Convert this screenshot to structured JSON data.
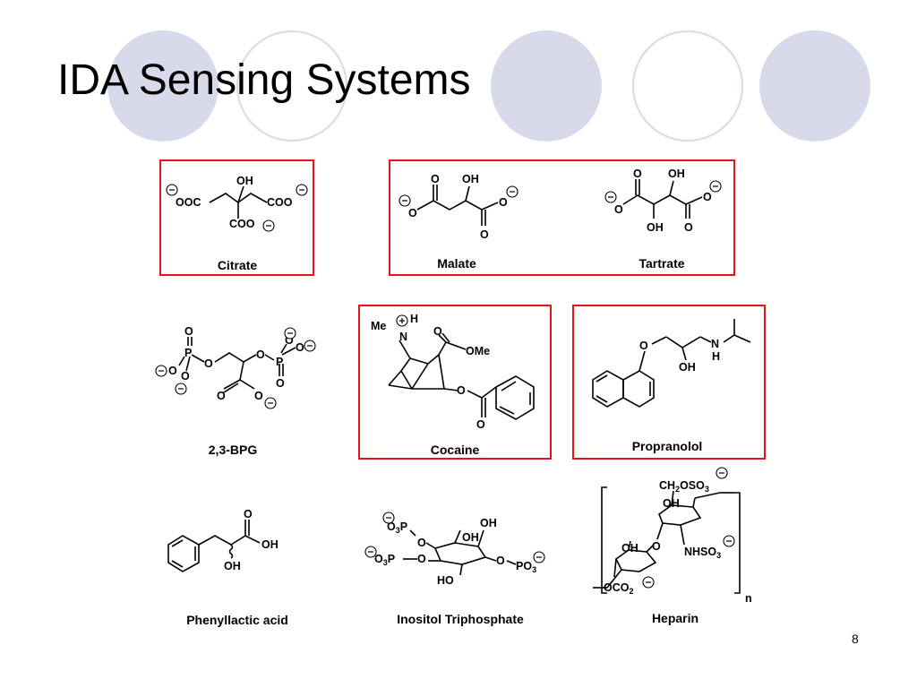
{
  "slide": {
    "title": "IDA Sensing Systems",
    "page_number": "8",
    "accent_color": "#d9d9ec",
    "highlight_border_color": "#e4141a"
  },
  "molecules": {
    "citrate": {
      "name": "Citrate",
      "boxed": true,
      "labels": {
        "oh": "OH",
        "ooc_left": "OOC",
        "coo_right": "COO",
        "coo_bottom": "COO"
      }
    },
    "malate": {
      "name": "Malate",
      "boxed": true,
      "labels": {
        "o_top": "O",
        "oh": "OH",
        "o_left": "O",
        "o_right": "O",
        "o_bottom": "O"
      }
    },
    "tartrate": {
      "name": "Tartrate",
      "boxed": true,
      "labels": {
        "o_top": "O",
        "oh_top": "OH",
        "o_left": "O",
        "o_right": "O",
        "oh_bottom": "OH",
        "o_bottom": "O"
      }
    },
    "bpg": {
      "name": "2,3-BPG",
      "boxed": false,
      "labels": {
        "o_top": "O",
        "p": "P",
        "o": "O"
      }
    },
    "cocaine": {
      "name": "Cocaine",
      "boxed": true,
      "labels": {
        "me": "Me",
        "h": "H",
        "n": "N",
        "o_carbonyl": "O",
        "ome": "OMe",
        "o_ester": "O",
        "o_bottom": "O"
      }
    },
    "propranolol": {
      "name": "Propranolol",
      "boxed": true,
      "labels": {
        "o": "O",
        "n": "N",
        "h": "H",
        "oh": "OH"
      }
    },
    "phenyllactic": {
      "name": "Phenyllactic acid",
      "boxed": false,
      "labels": {
        "o": "O",
        "oh_acid": "OH",
        "oh_alpha": "OH"
      }
    },
    "inositol": {
      "name": "Inositol Triphosphate",
      "boxed": false,
      "labels": {
        "o3p": "O",
        "o3p_suffix": "3",
        "p": "P",
        "oh": "OH",
        "ho": "HO",
        "o": "O",
        "po3": "PO",
        "po3_sub": "3"
      }
    },
    "heparin": {
      "name": "Heparin",
      "boxed": false,
      "labels": {
        "ch2oso3": "CH",
        "sub2": "2",
        "oso": "OSO",
        "sub3": "3",
        "oh": "OH",
        "nhso3": "NHSO",
        "oco2": "OCO",
        "o": "O",
        "n": "n"
      }
    }
  }
}
